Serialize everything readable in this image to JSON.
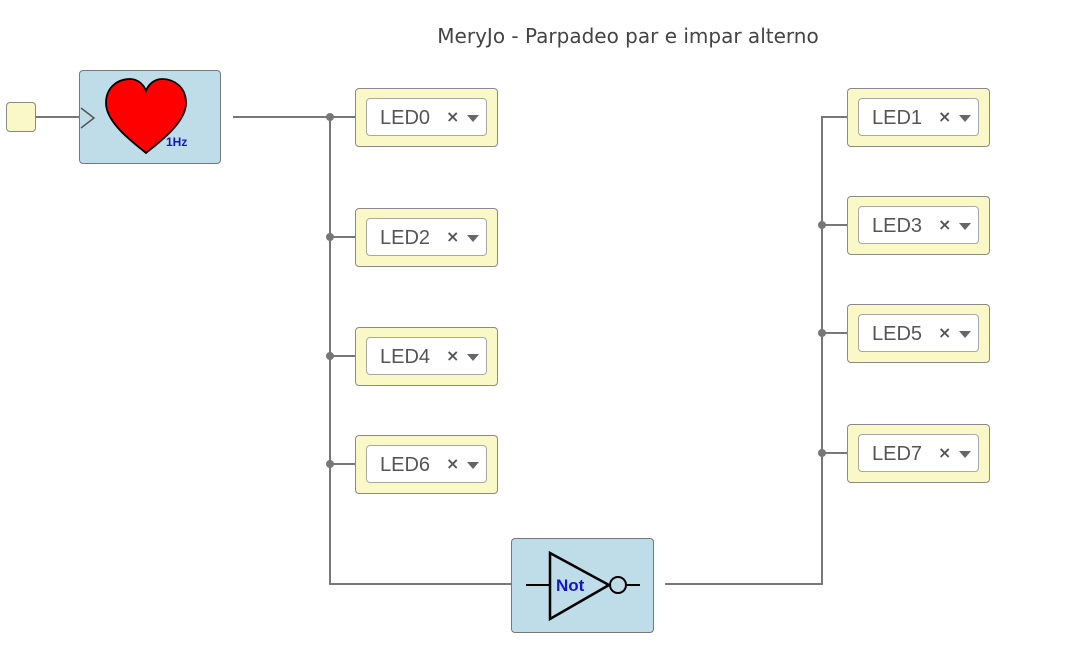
{
  "title": "MeryJo - Parpadeo par e impar alterno",
  "clock": {
    "frequency": "1Hz",
    "icon": "heart-icon"
  },
  "not_gate": {
    "label": "Not",
    "icon": "not-gate-icon"
  },
  "leds_left": [
    {
      "label": "LED0",
      "clear": "×"
    },
    {
      "label": "LED2",
      "clear": "×"
    },
    {
      "label": "LED4",
      "clear": "×"
    },
    {
      "label": "LED6",
      "clear": "×"
    }
  ],
  "leds_right": [
    {
      "label": "LED1",
      "clear": "×"
    },
    {
      "label": "LED3",
      "clear": "×"
    },
    {
      "label": "LED5",
      "clear": "×"
    },
    {
      "label": "LED7",
      "clear": "×"
    }
  ],
  "colors": {
    "block_blue": "#bfdce9",
    "port_yellow": "#fbf8c7",
    "wire": "#777777",
    "heart": "#ff0000",
    "label_blue": "#1515c8"
  }
}
